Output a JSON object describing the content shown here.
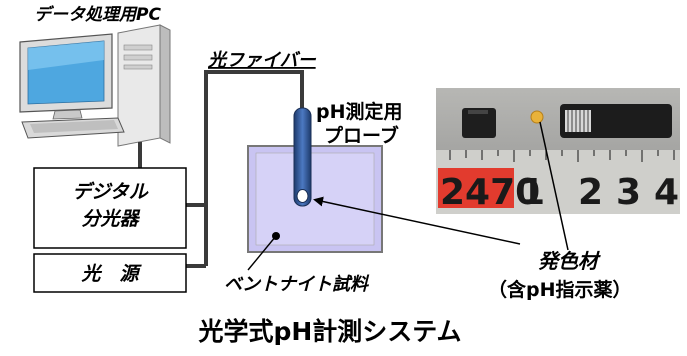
{
  "labels": {
    "data_pc": "データ処理用PC",
    "optical_fiber": "光ファイバー",
    "probe_line1": "pH測定用",
    "probe_line2": "プローブ",
    "spectrometer_line1": "デジタル",
    "spectrometer_line2": "分光器",
    "light_source": "光　源",
    "bentonite_sample": "ベントナイト試料",
    "material_line1": "発色材",
    "material_line2": "（含pH指示薬）",
    "title": "光学式pH計測システム"
  },
  "photo": {
    "ruler_digits": [
      "2470",
      "1",
      "2",
      "3",
      "4"
    ]
  },
  "colors": {
    "fiber_line": "#3a3a3a",
    "monitor_screen": "#4ea7e0",
    "beaker_fill": "#c9c4f2",
    "probe_fill": "#2b4f8c",
    "photo_bg": "#a7a7a5",
    "material_dot": "#e9b23a"
  }
}
